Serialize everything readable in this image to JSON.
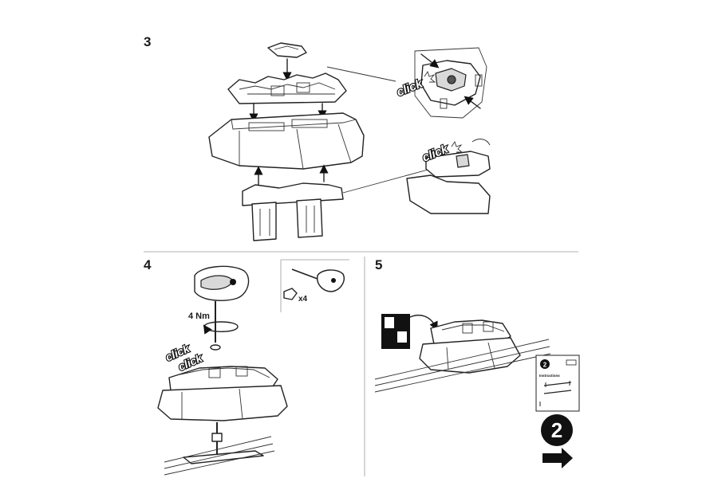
{
  "steps": {
    "step3": {
      "number": "3"
    },
    "step4": {
      "number": "4",
      "torque": "4 Nm",
      "quantity": "x4"
    },
    "step5": {
      "number": "5"
    }
  },
  "annotations": {
    "click": "click"
  },
  "booklet": {
    "badge": "2",
    "title": "Instructions"
  },
  "next": {
    "badge": "2"
  },
  "colors": {
    "ink": "#1a1a1a",
    "shade": "#d9d9d9",
    "paper": "#ffffff"
  }
}
